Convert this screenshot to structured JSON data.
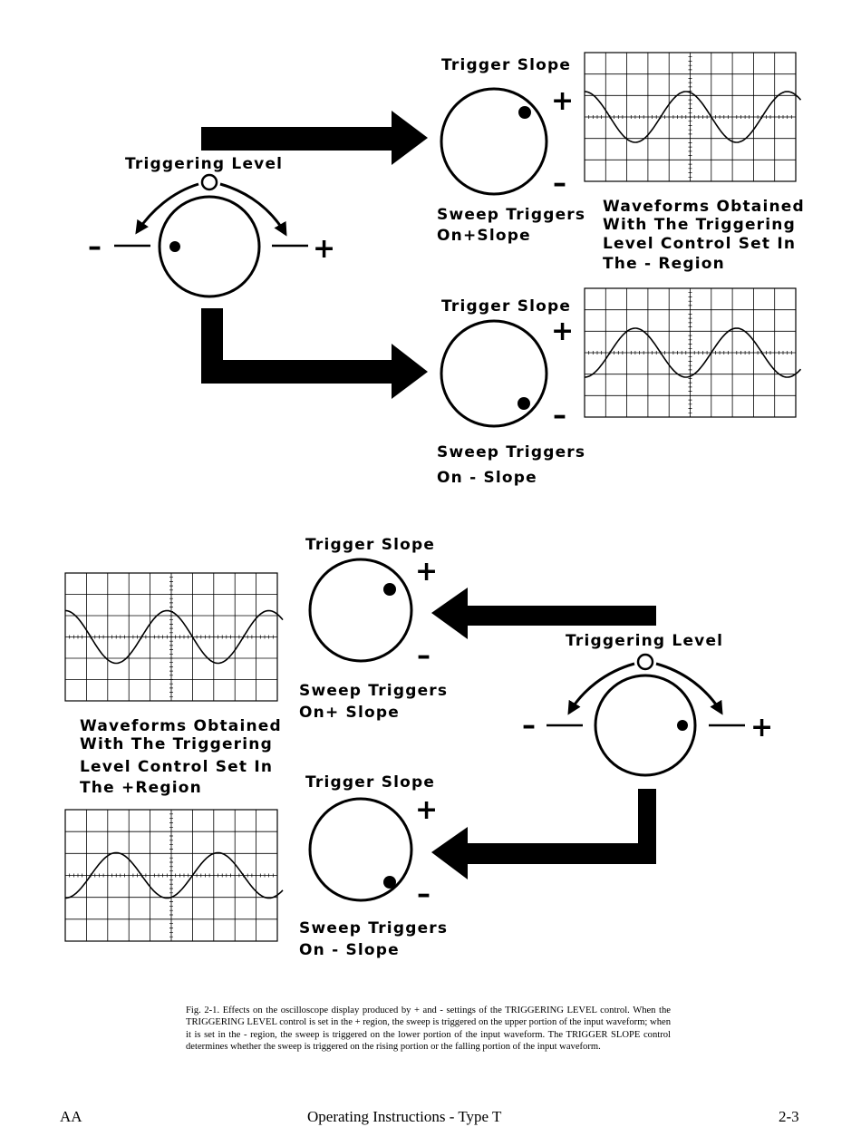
{
  "top": {
    "triggering_level_label": "Triggering Level",
    "upper": {
      "trigger_slope_label": "Trigger Slope",
      "sweep_line1": "Sweep Triggers",
      "sweep_line2": "On+Slope",
      "slope": "+"
    },
    "lower": {
      "trigger_slope_label": "Trigger Slope",
      "sweep_line1": "Sweep Triggers",
      "sweep_line2": "On - Slope",
      "slope": "-"
    },
    "waveform_text": [
      "Waveforms Obtained",
      "With The Triggering",
      "Level Control Set In",
      "The - Region"
    ],
    "level_region": "-"
  },
  "bottom": {
    "triggering_level_label": "Triggering Level",
    "upper": {
      "trigger_slope_label": "Trigger Slope",
      "sweep_line1": "Sweep Triggers",
      "sweep_line2": "On+ Slope",
      "slope": "+"
    },
    "lower": {
      "trigger_slope_label": "Trigger Slope",
      "sweep_line1": "Sweep Triggers",
      "sweep_line2": "On - Slope",
      "slope": "-"
    },
    "waveform_text": [
      "Waveforms Obtained",
      "With The Triggering",
      "Level Control Set In",
      "The +Region"
    ],
    "level_region": "+"
  },
  "signs": {
    "plus": "+",
    "minus": "–"
  },
  "caption": "Fig. 2-1. Effects on the oscilloscope display produced by + and - settings of the TRIGGERING LEVEL control. When the TRIGGERING LEVEL control is set in the + region, the sweep is triggered on the upper portion of the input waveform; when it is set in the - region, the sweep is triggered on the lower portion of the input waveform. The TRIGGER SLOPE control determines whether the sweep is triggered on the rising portion or the falling portion of the input waveform.",
  "footer": {
    "left": "AA",
    "center": "Operating Instructions - Type T",
    "right": "2-3"
  }
}
